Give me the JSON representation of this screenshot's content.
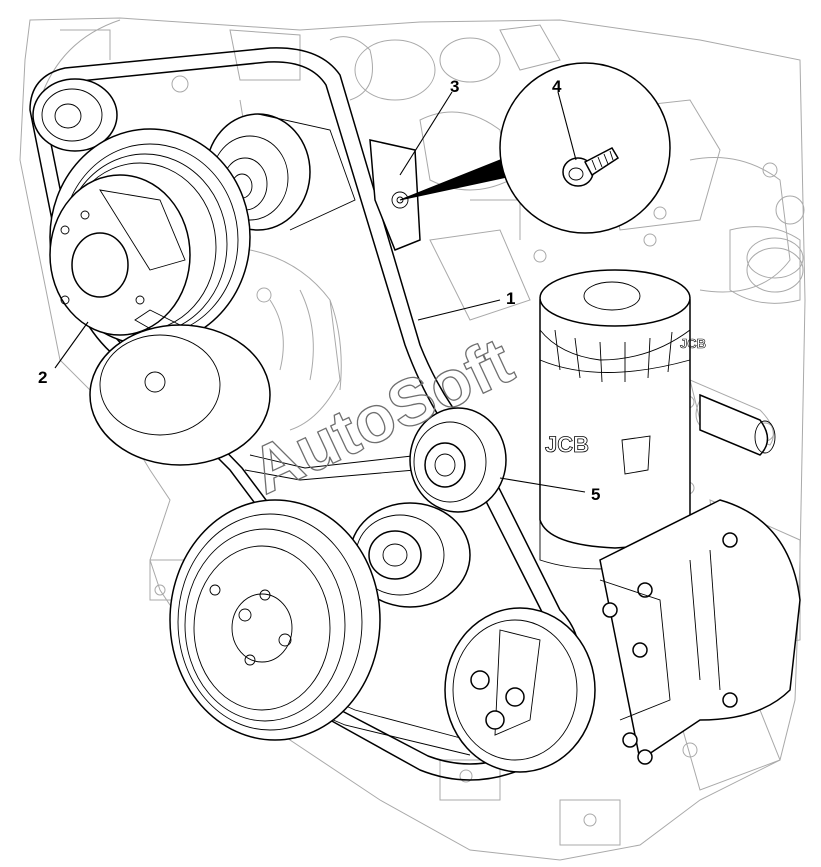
{
  "diagram": {
    "watermark": "AutoSoft",
    "callouts": [
      {
        "id": "1",
        "text": "1"
      },
      {
        "id": "2",
        "text": "2"
      },
      {
        "id": "3",
        "text": "3"
      },
      {
        "id": "4",
        "text": "4"
      },
      {
        "id": "5",
        "text": "5"
      }
    ],
    "filter_logo": "JCB",
    "colors": {
      "line": "#000000",
      "background_detail": "#a9a9a9",
      "watermark": "#6f6f6f"
    }
  }
}
